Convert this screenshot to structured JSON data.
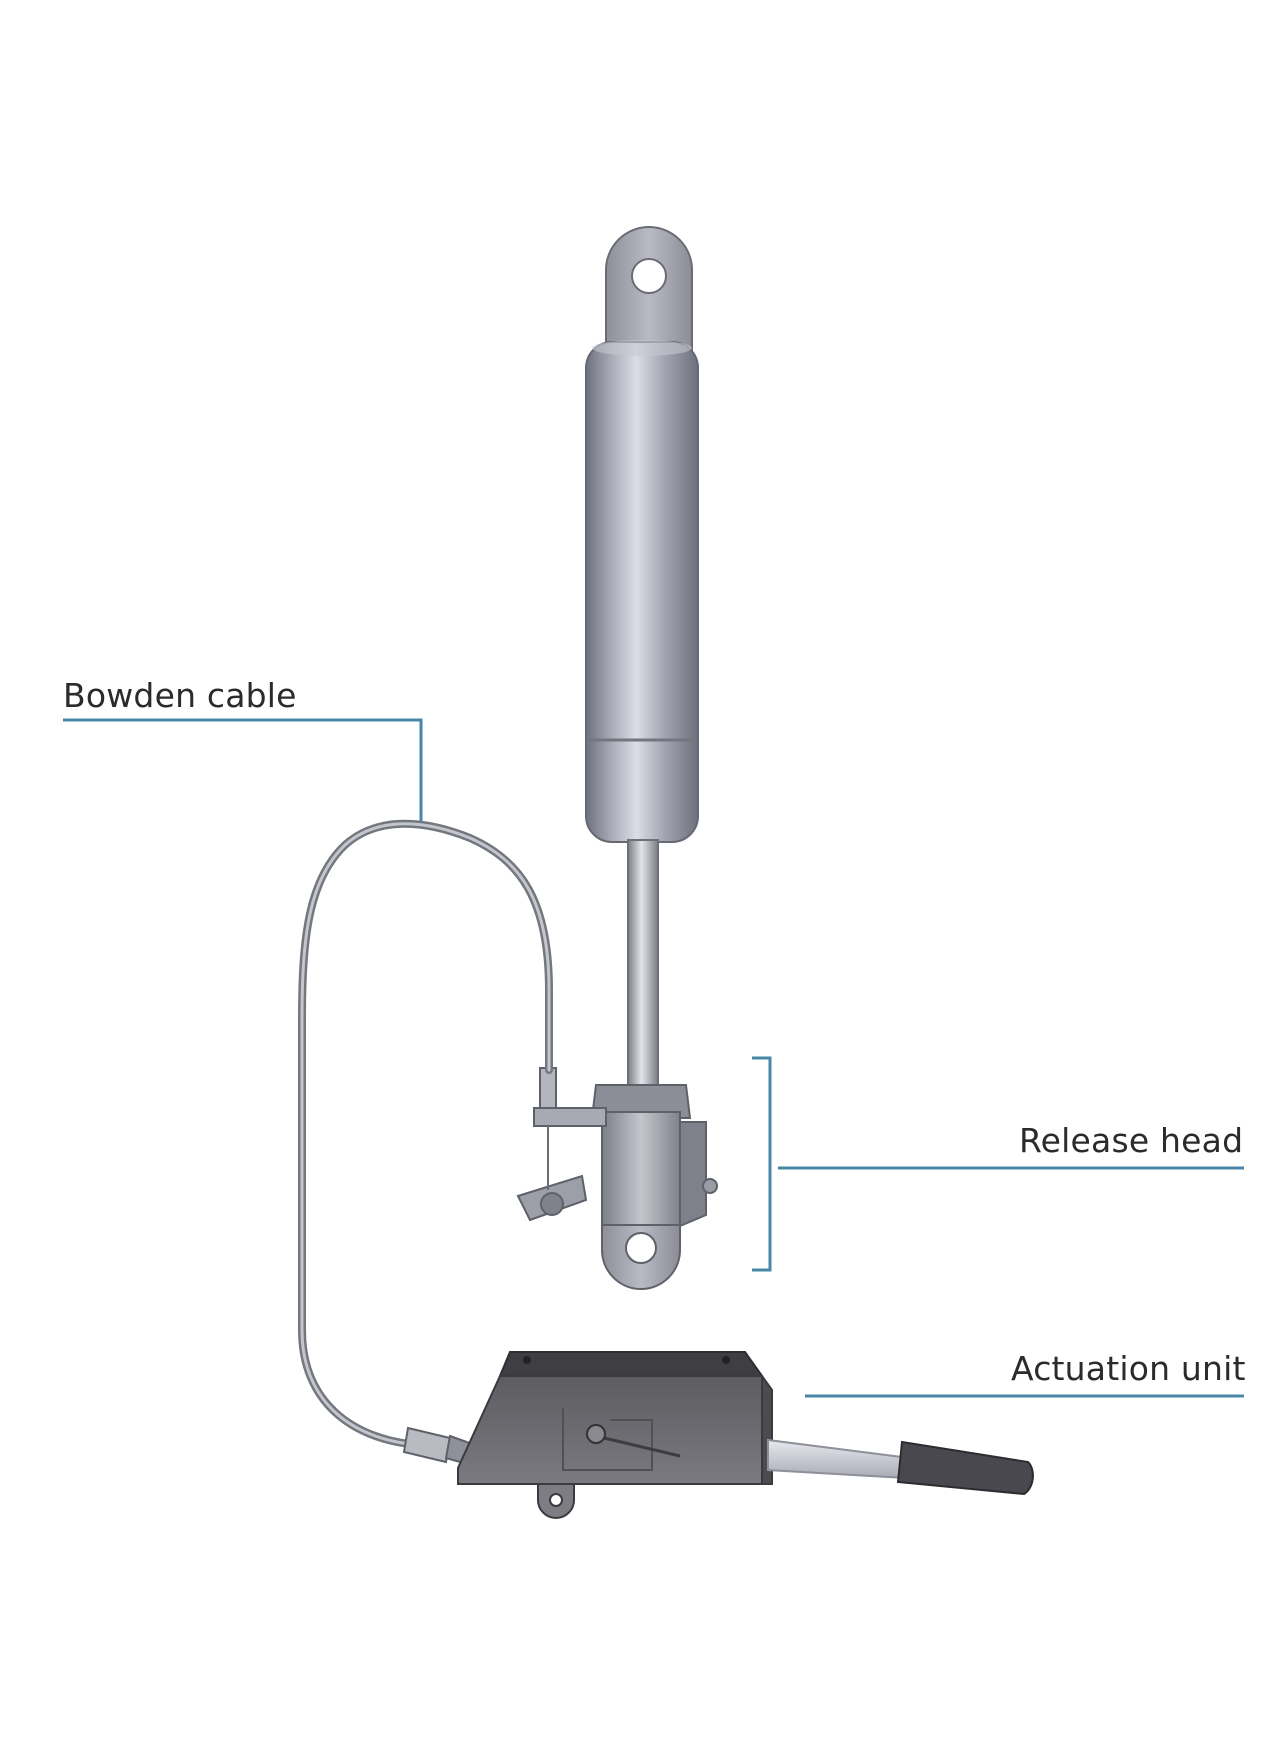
{
  "labels": {
    "bowden_cable": "Bowden cable",
    "release_head": "Release head",
    "actuation_unit": "Actuation unit"
  },
  "colors": {
    "leader_line": "#4a86a8",
    "metal": "#9ea0ad",
    "housing": "#6b6b6f",
    "handle": "#4a4a50"
  }
}
